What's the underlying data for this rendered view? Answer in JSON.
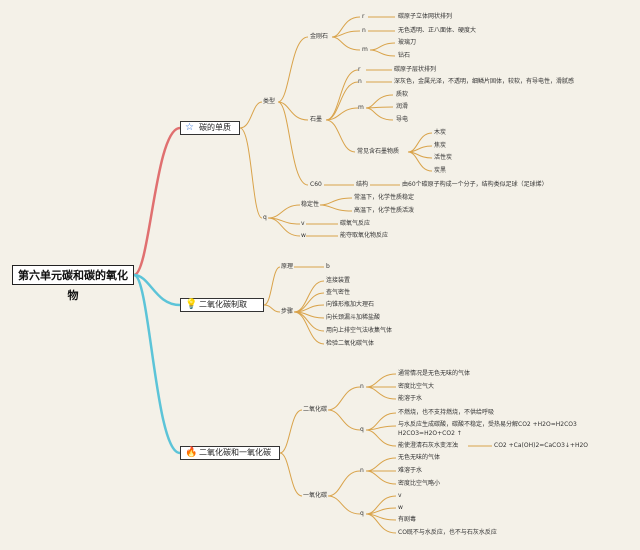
{
  "root": "第六单元碳和碳的氧化物",
  "branches": [
    {
      "label": "碳的单质",
      "icon": "star-icon",
      "nodes": {
        "leixing": "类型",
        "jingangshi": "金刚石",
        "jgs_r": "r",
        "jgs_r_text": "碳原子立体网状排列",
        "jgs_n": "n",
        "jgs_n_text": "无色透明、正八面体、硬度大",
        "jgs_m": "m",
        "jgs_m_1": "玻璃刀",
        "jgs_m_2": "钻石",
        "shimo": "石墨",
        "sm_r": "r",
        "sm_r_text": "碳原子层状排列",
        "sm_n": "n",
        "sm_n_text": "深灰色，金属光泽，不透明，细鳞片固体，较软，有导电性，滑腻感",
        "sm_m": "m",
        "sm_m_1": "质软",
        "sm_m_2": "润滑",
        "sm_m_3": "导电",
        "common": "常见含石墨物质",
        "common_1": "木炭",
        "common_2": "焦炭",
        "common_3": "活性炭",
        "common_4": "炭黑",
        "c60": "C60",
        "c60_struct": "结构",
        "c60_struct_text": "由60个碳原子构成一个分子，结构类似足球（足球烯）",
        "q": "q",
        "stability": "稳定性",
        "stab_1": "常温下，化学性质稳定",
        "stab_2": "高温下，化学性质活泼",
        "v": "v",
        "v_text": "碳氧气反应",
        "w": "w",
        "w_text": "能夺取氧化物反应"
      }
    },
    {
      "label": "二氧化碳制取",
      "icon": "lightbulb-icon",
      "nodes": {
        "principle": "原理",
        "principle_b": "b",
        "steps": "步骤",
        "step_1": "连接装置",
        "step_2": "查气密性",
        "step_3": "向锥形瓶加大理石",
        "step_4": "向长颈漏斗加稀盐酸",
        "step_5": "用向上排空气法收集气体",
        "step_6": "检验二氧化碳气体"
      }
    },
    {
      "label": "二氧化碳和一氧化碳",
      "icon": "fire-icon",
      "nodes": {
        "co2": "二氧化碳",
        "co2_n": "n",
        "co2_n_1": "通常情况是无色无味的气体",
        "co2_n_2": "密度比空气大",
        "co2_n_3": "能溶于水",
        "co2_q": "q",
        "co2_q_1": "不燃烧，也不支持燃烧，不供给呼吸",
        "co2_q_2": "与水反应生成碳酸，碳酸不稳定，受热易分解CO2 +H2O=H2CO3",
        "co2_q_2b": "H2CO3=H2O+CO2 ↑",
        "co2_q_3": "能使澄清石灰水变浑浊",
        "co2_q_3_eq": "CO2 +Ca(OH)2=CaCO3↓+H2O",
        "co": "一氧化碳",
        "co_n": "n",
        "co_n_1": "无色无味的气体",
        "co_n_2": "难溶于水",
        "co_n_3": "密度比空气略小",
        "co_q": "q",
        "co_q_1": "v",
        "co_q_2": "w",
        "co_q_3": "有剧毒",
        "co_q_4": "CO既不与水反应，也不与石灰水反应"
      }
    }
  ],
  "colors": {
    "background": "#f4f1e8",
    "branch_1_edge": "#e07070",
    "branch_2_edge": "#5cc4d8",
    "branch_3_edge": "#5cc4d8",
    "leaf_edge": "#d9a34a",
    "star": "#2f6fd6",
    "bulb": "#f2c318",
    "fire": "#e8472a"
  }
}
